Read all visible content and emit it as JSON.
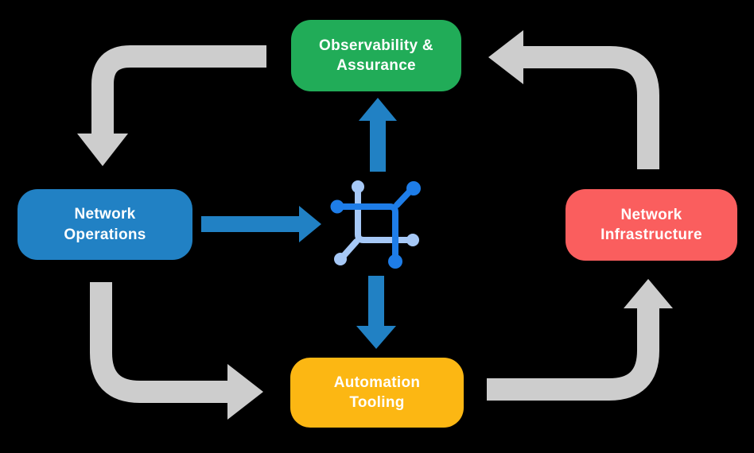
{
  "background": "#000000",
  "text_color": "#FFFFFF",
  "nodes": {
    "observability": {
      "line1": "Observability &",
      "line2": "Assurance",
      "color": "#21AC58"
    },
    "operations": {
      "line1": "Network",
      "line2": "Operations",
      "color": "#2181C4"
    },
    "infrastructure": {
      "line1": "Network",
      "line2": "Infrastructure",
      "color": "#FA5E5E"
    },
    "automation": {
      "line1": "Automation",
      "line2": "Tooling",
      "color": "#FCB713"
    }
  },
  "arrows": {
    "cycle_color": "#CDCDCD",
    "accent_color": "#2181C4",
    "cycle": [
      {
        "from": "Observability & Assurance",
        "to": "Network Operations",
        "direction": "down"
      },
      {
        "from": "Network Operations",
        "to": "Automation Tooling",
        "direction": "right"
      },
      {
        "from": "Automation Tooling",
        "to": "Network Infrastructure",
        "direction": "up"
      },
      {
        "from": "Network Infrastructure",
        "to": "Observability & Assurance",
        "direction": "left"
      }
    ],
    "accent": [
      {
        "from": "Network Operations",
        "to": "network-automation-icon",
        "direction": "right"
      },
      {
        "from": "network-automation-icon",
        "to": "Observability & Assurance",
        "direction": "up"
      },
      {
        "from": "network-automation-icon",
        "to": "Automation Tooling",
        "direction": "down"
      }
    ]
  },
  "icon": {
    "name": "network-automation-icon",
    "dark_color": "#1E7DE8",
    "light_color": "#A6C8F6"
  }
}
